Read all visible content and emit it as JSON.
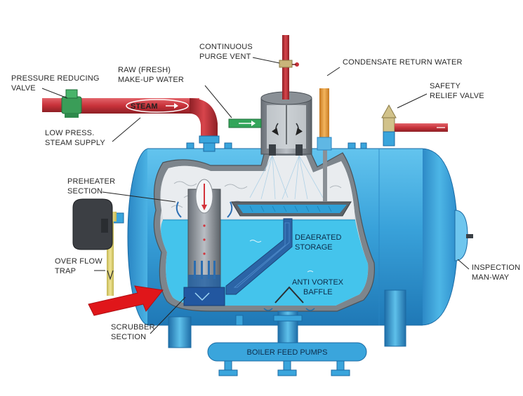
{
  "labels": {
    "pressure_reducing_valve": [
      "PRESSURE REDUCING",
      "VALVE"
    ],
    "raw_makeup_water": [
      "RAW (FRESH)",
      "MAKE-UP WATER"
    ],
    "continuous_purge_vent": [
      "CONTINUOUS",
      "PURGE VENT"
    ],
    "condensate_return_water": [
      "CONDENSATE RETURN WATER"
    ],
    "safety_relief_valve": [
      "SAFETY",
      "RELIEF VALVE"
    ],
    "low_press_steam_supply": [
      "LOW PRESS.",
      "STEAM SUPPLY"
    ],
    "steam": "STEAM",
    "preheater_section": [
      "PREHEATER",
      "SECTION"
    ],
    "overflow_trap": [
      "OVER FLOW",
      "TRAP"
    ],
    "deaerated_storage": [
      "DEAERATED",
      "STORAGE"
    ],
    "anti_vortex_baffle": [
      "ANTI VORTEX",
      "BAFFLE"
    ],
    "inspection_manway": [
      "INSPECTION",
      "MAN-WAY"
    ],
    "scrubber_section": [
      "SCRUBBER",
      "SECTION"
    ],
    "boiler_feed_pumps": "BOILER FEED PUMPS"
  },
  "colors": {
    "tank_blue": "#3aa5dc",
    "water_blue": "#43c3ec",
    "steam_pipe_red": "#c8323a",
    "makeup_green": "#33a55a",
    "condensate_orange": "#e79a3a",
    "overflow_yellow": "#e5d77a",
    "arrow_red": "#e0161a"
  }
}
